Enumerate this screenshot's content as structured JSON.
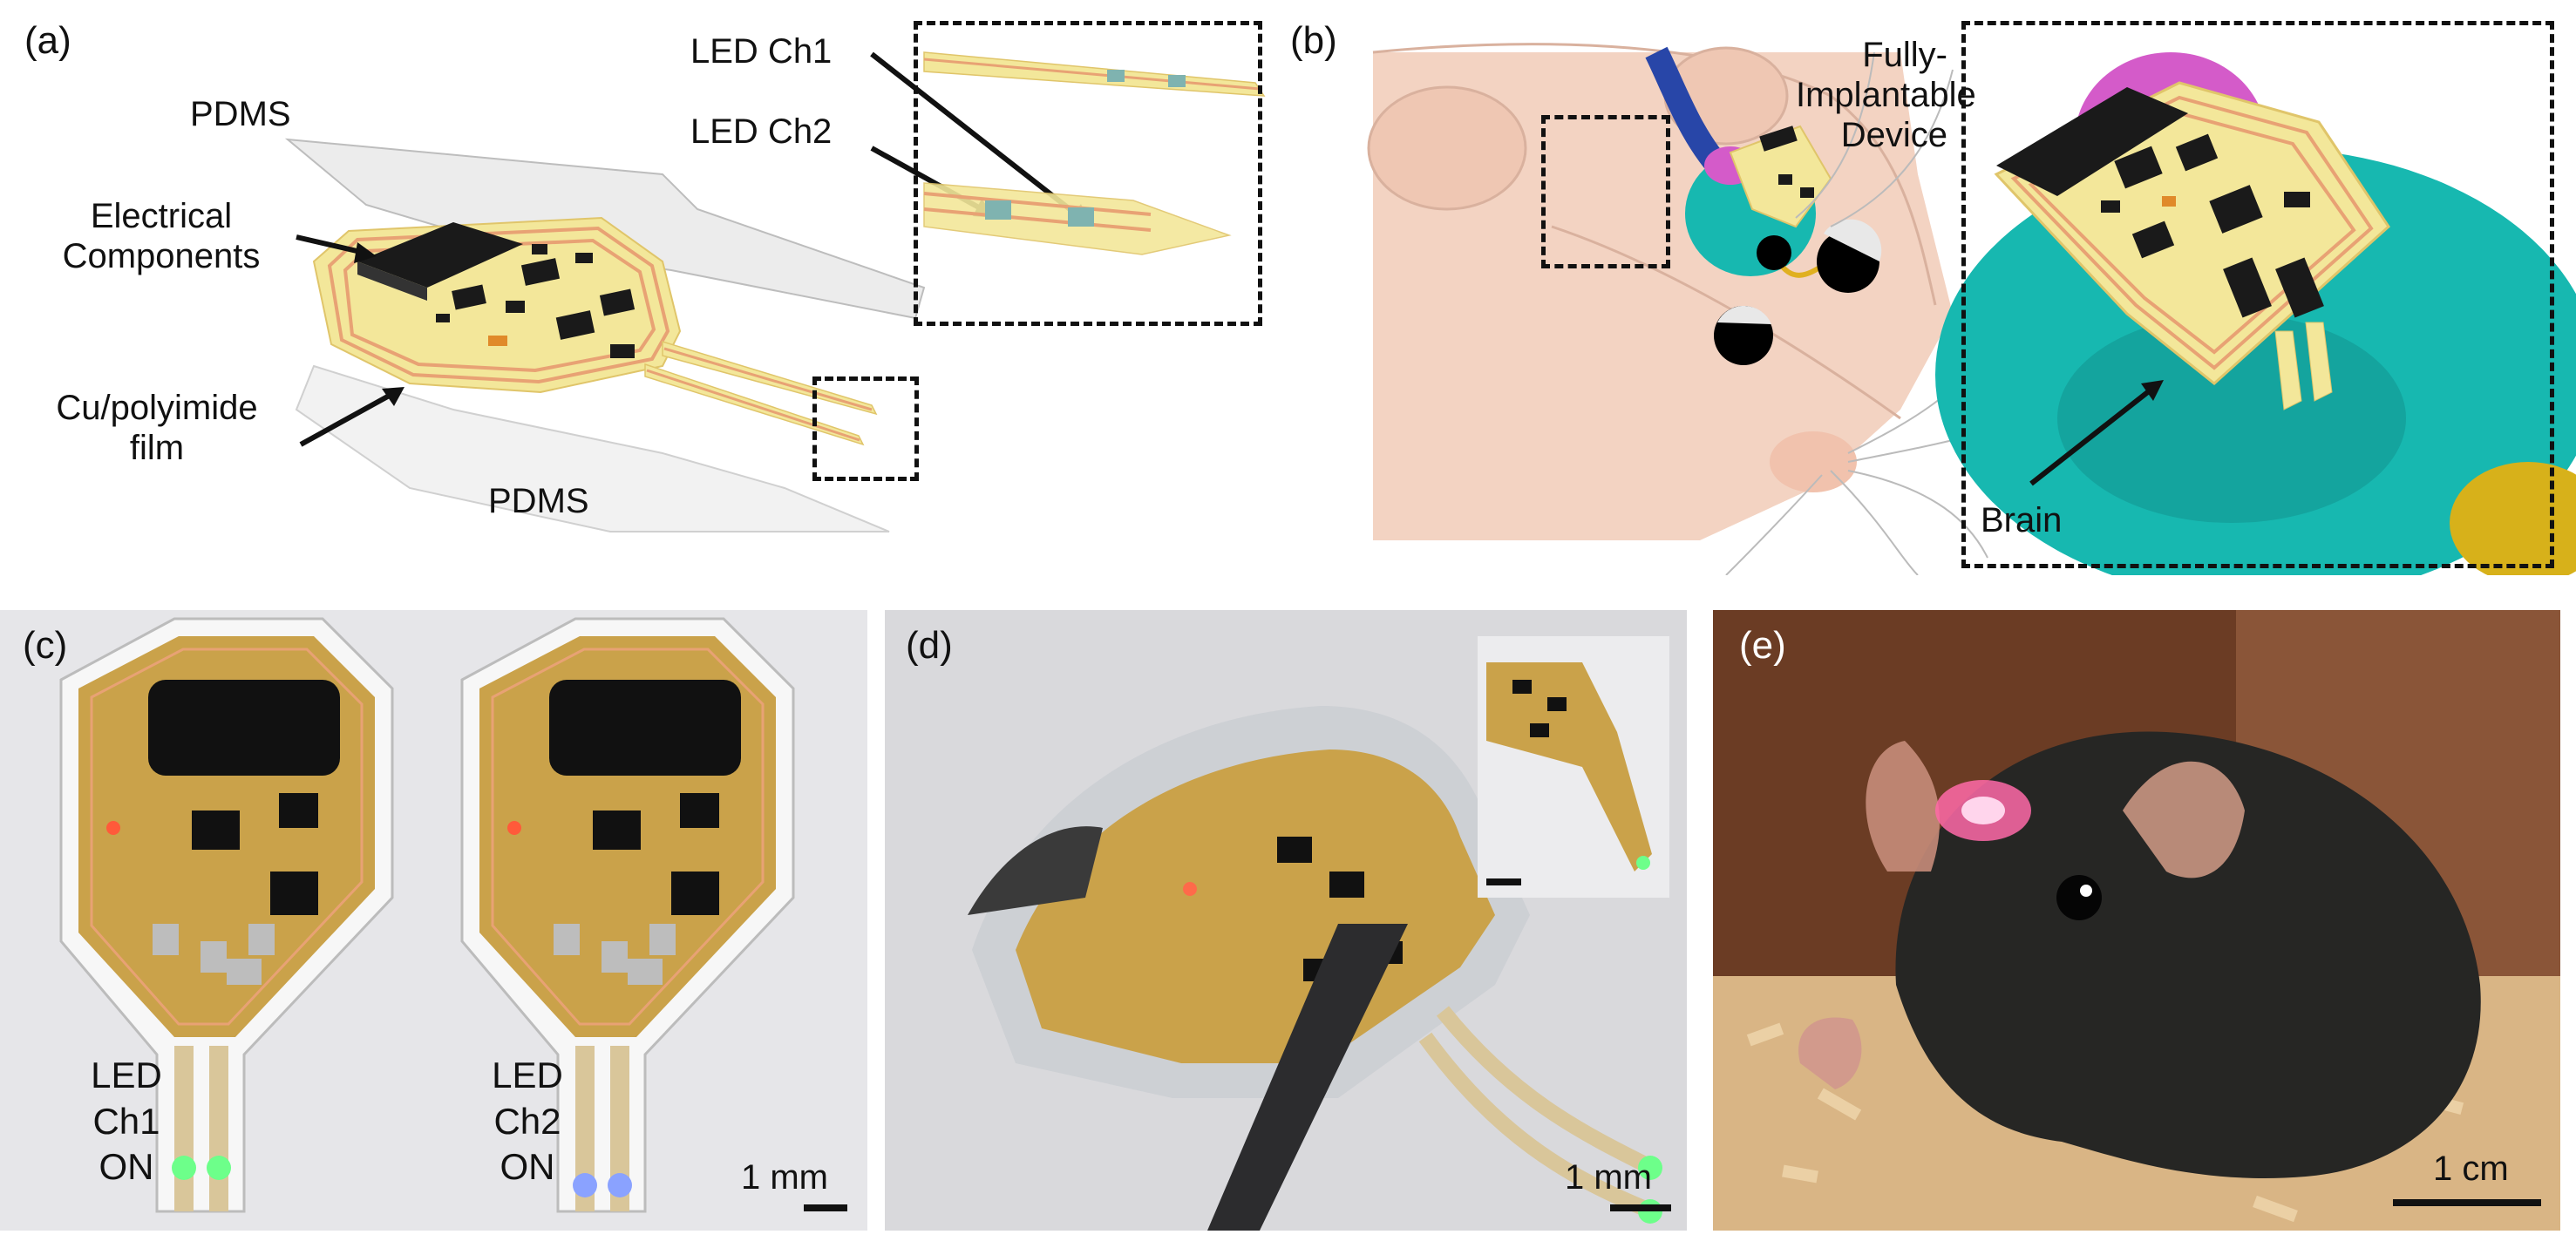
{
  "panels": {
    "a": {
      "label": "(a)",
      "pdms_top": "PDMS",
      "electrical": "Electrical\nComponents",
      "cu_film": "Cu/polyimide\nfilm",
      "pdms_bottom": "PDMS",
      "led_ch1": "LED Ch1",
      "led_ch2": "LED Ch2"
    },
    "b": {
      "label": "(b)",
      "device": "Fully-\nImplantable\nDevice",
      "brain": "Brain"
    },
    "c": {
      "label": "(c)",
      "left_caption": "LED\nCh1\nON",
      "right_caption": "LED\nCh2\nON",
      "scale": "1 mm"
    },
    "d": {
      "label": "(d)",
      "scale": "1 mm"
    },
    "e": {
      "label": "(e)",
      "scale": "1 cm"
    }
  },
  "colors": {
    "copper": "#e8a274",
    "polyimide": "#f3e79a",
    "pdms": "#e6e6e6",
    "chip": "#1a1a1a",
    "brain": "#17b8b0",
    "brain_pink": "#d45bc9",
    "mouse_skin": "#f3d3c2",
    "led_green": "#6dff8a",
    "led_blue": "#8aa2ff",
    "gold_board": "#caa24a"
  }
}
